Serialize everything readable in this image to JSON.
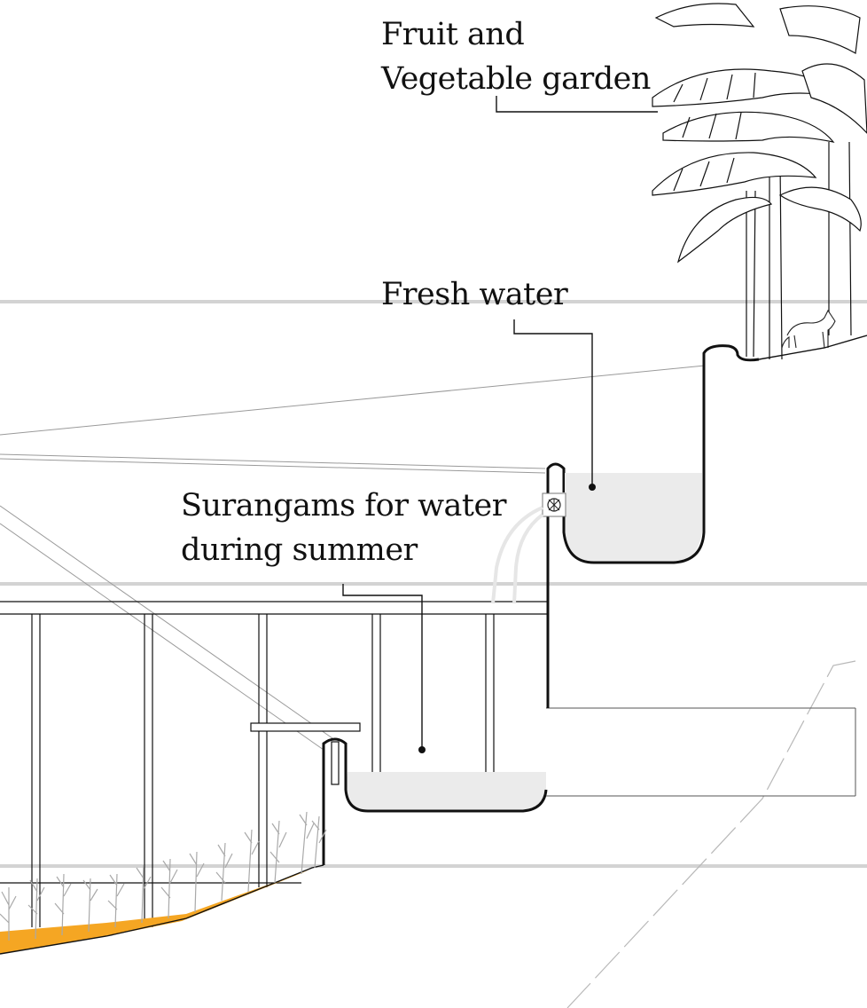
{
  "labels": {
    "fruit_garden": {
      "line1": "Fruit and",
      "line2": "Vegetable garden"
    },
    "fresh_water": "Fresh water",
    "surangams": {
      "line1": "Surangams for water",
      "line2": "during summer"
    }
  },
  "colors": {
    "water_fill": "#ebebeb",
    "soil_orange": "#f5a623",
    "outline": "#111111",
    "guide_gray": "#d3d3d3",
    "grass_gray": "#a9a9a9"
  }
}
